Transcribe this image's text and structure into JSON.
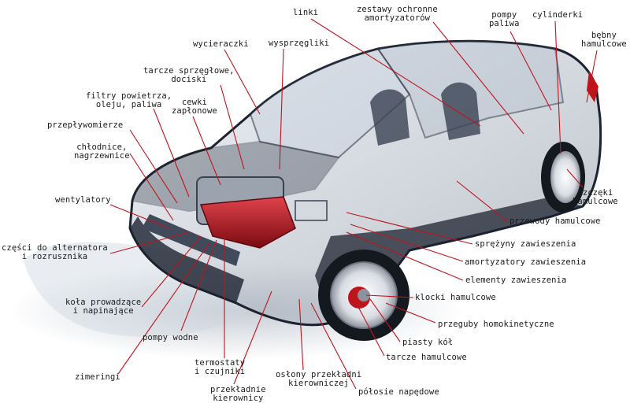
{
  "colors": {
    "leader_line": "#c0141c",
    "body": "#1c2230",
    "engine_red": "#b0141c",
    "label": "#1a1a1a"
  },
  "labels": {
    "linki": "linki",
    "zestawy": "zestawy ochronne\namortyzatorów",
    "pompy_paliwa": "pompy\npaliwa",
    "cylinderki": "cylinderki",
    "bebny": "bębny\nhamulcowe",
    "wycieraczki": "wycieraczki",
    "wysprzegliki": "wysprzęgliki",
    "tarcze_sprzeglowe": "tarcze sprzęgłowe,\ndociski",
    "filtry": "filtry powietrza,\noleju, paliwa",
    "cewki": "cewki\nzapłonowe",
    "przeplywomierze": "przepływomierze",
    "chlodnice": "chłodnice,\nnagrzewnice",
    "wentylatory": "wentylatory",
    "czesci_alternatora": "części do alternatora\ni rozrusznika",
    "kola_prowadzace": "koła prowadzące\ni napinające",
    "pompy_wodne": "pompy wodne",
    "zimeringi": "zimeringi",
    "termostaty": "termostaty\ni czujniki",
    "przekladnie": "przekładnie\nkierownicy",
    "oslony": "osłony przekładni\nkierowniczej",
    "polosie": "półosie napędowe",
    "szczeki": "szczęki\nhamulcowe",
    "przewody": "przewody hamulcowe",
    "sprezyny": "sprężyny zawieszenia",
    "amortyzatory": "amortyzatory zawieszenia",
    "elementy": "elementy zawieszenia",
    "klocki": "klocki hamulcowe",
    "przeguby": "przeguby homokinetyczne",
    "piasty": "piasty kół",
    "tarcze_hamulcowe": "tarcze hamulcowe"
  }
}
